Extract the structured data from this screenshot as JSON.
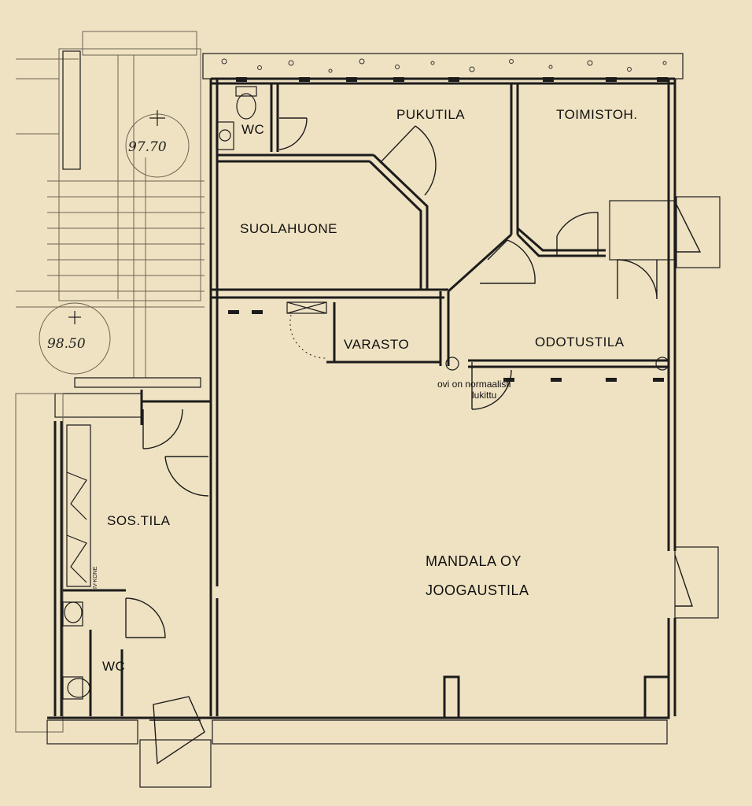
{
  "rooms": {
    "pukutila": "PUKUTILA",
    "toimistoh": "TOIMISTOH.",
    "wc_top": "WC",
    "suolahuone": "SUOLAHUONE",
    "varasto": "VARASTO",
    "odotustila": "ODOTUSTILA",
    "sos_tila": "SOS.TILA",
    "wc_bottom": "WC",
    "main_line1": "MANDALA OY",
    "main_line2": "JOOGAUSTILA"
  },
  "notes": {
    "door_note_line1": "ovi on normaalisti",
    "door_note_line2": "lukittu"
  },
  "elevations": {
    "upper": "97.70",
    "lower": "98.50"
  },
  "equipment": {
    "iv_kone": "IV-KONE"
  },
  "colors": {
    "paper": "#efe2c2",
    "ink": "#1c1c1c"
  }
}
